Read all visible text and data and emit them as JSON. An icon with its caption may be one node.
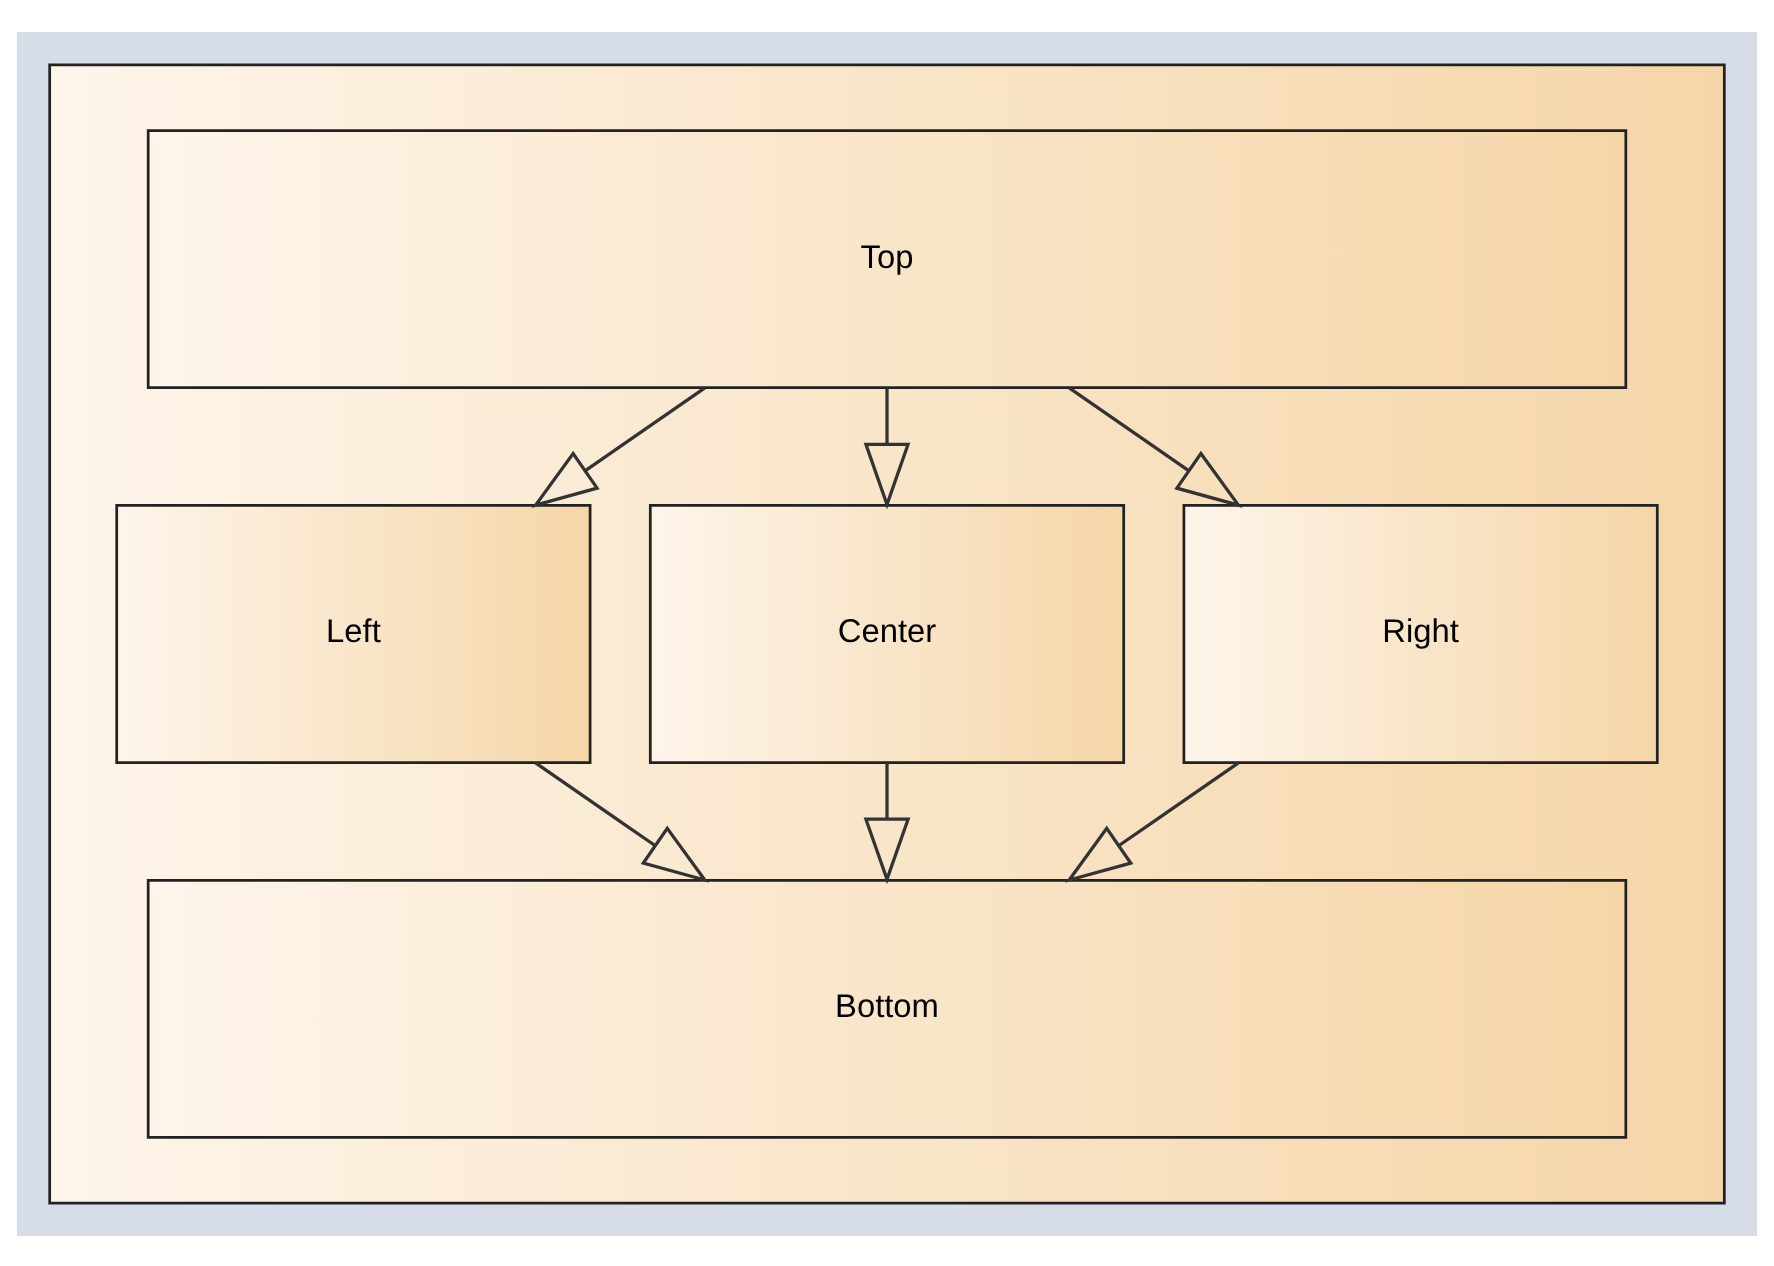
{
  "diagram": {
    "nodes": [
      {
        "text": [],
        "shape": "box"
      },
      {
        "text": [
          "Top"
        ],
        "in": 0
      },
      {
        "text": [
          "Left"
        ],
        "in": 0
      },
      {
        "text": [
          "Center"
        ],
        "in": 0
      },
      {
        "text": [
          "Right"
        ],
        "in": 0
      },
      {
        "text": [
          "Bottom"
        ],
        "in": 0
      }
    ],
    "edges": [
      {
        "from": 1,
        "to": 2,
        "arrow": "to"
      },
      {
        "from": 1,
        "to": 3,
        "arrow": "to"
      },
      {
        "from": 1,
        "to": 4,
        "arrow": "to"
      },
      {
        "from": 2,
        "to": 5,
        "arrow": "to"
      },
      {
        "from": 3,
        "to": 5,
        "arrow": "to"
      },
      {
        "from": 4,
        "to": 5,
        "arrow": "to"
      }
    ]
  }
}
